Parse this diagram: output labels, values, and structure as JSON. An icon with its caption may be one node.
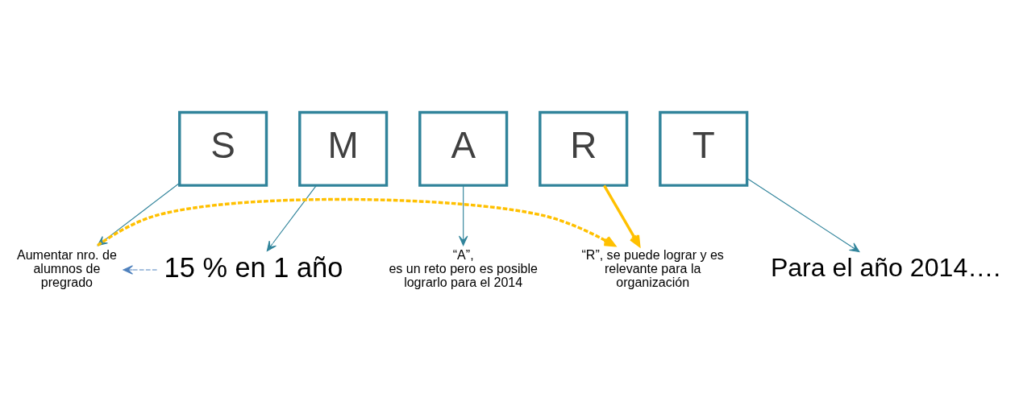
{
  "diagram": {
    "nodes": [
      {
        "text": [
          "S"
        ]
      },
      {
        "text": [
          "M"
        ]
      },
      {
        "text": [
          "A"
        ]
      },
      {
        "text": [
          "R"
        ]
      },
      {
        "text": [
          "T"
        ]
      },
      {
        "text": [
          "Aumentar nro. de alumnos de pregrado"
        ]
      },
      {
        "text": [
          "15 % en 1 año"
        ]
      },
      {
        "text": [
          "“A”,",
          "es un reto pero es posible lograrlo para el 2014"
        ]
      },
      {
        "text": [
          "“R”, se puede lograr y es relevante para la organización"
        ]
      },
      {
        "text": [
          "Para el año 2014…."
        ]
      }
    ],
    "edges": [
      {
        "from": 0,
        "to": 5,
        "arrow": "to"
      },
      {
        "from": 1,
        "to": 6,
        "arrow": "to"
      },
      {
        "from": 2,
        "to": 7,
        "arrow": "to"
      },
      {
        "from": 3,
        "to": 8,
        "arrow": "to",
        "style": "thick",
        "color": "#ffc000"
      },
      {
        "from": 4,
        "to": 9,
        "arrow": "to"
      },
      {
        "from": 5,
        "to": 8,
        "arrow": "to",
        "style": "dashed",
        "color": "#ffc000"
      },
      {
        "from": 6,
        "to": 5,
        "arrow": "to",
        "style": "dashed",
        "color": "#4f81bd"
      }
    ]
  }
}
